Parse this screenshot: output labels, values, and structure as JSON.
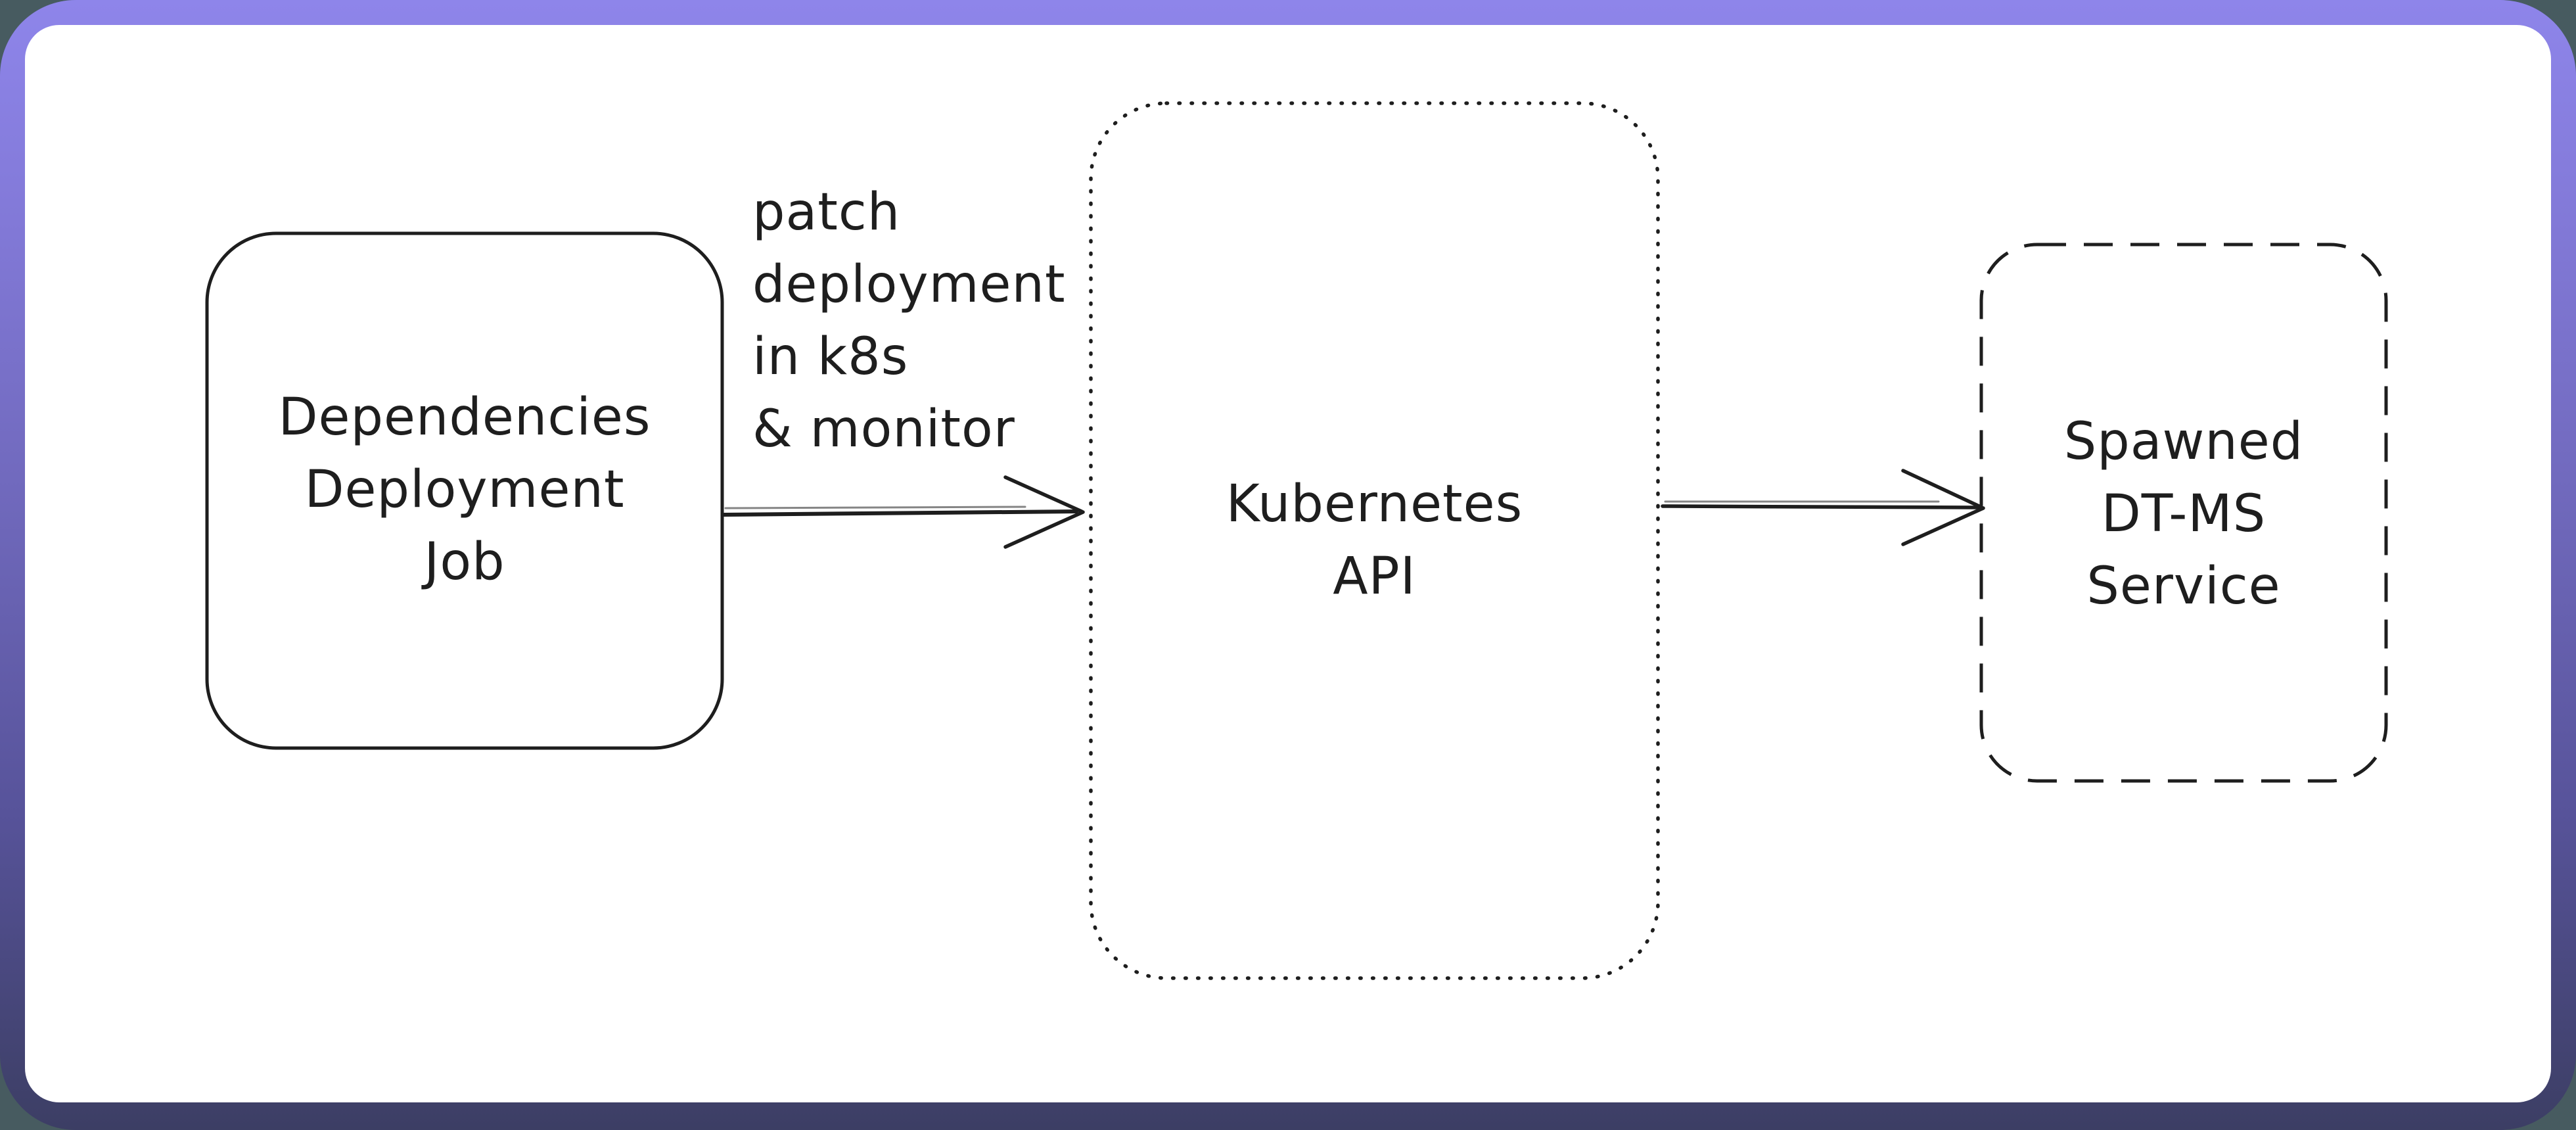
{
  "diagram": {
    "style": "hand-drawn whiteboard sketch",
    "colors": {
      "stroke": "#1e1e1e",
      "frame_gradient_top": "#8e85ea",
      "frame_gradient_bottom": "#3c3e64",
      "outer_background": "#475b60",
      "canvas_background": "#ffffff"
    },
    "nodes": [
      {
        "id": "dependencies-deployment-job",
        "border_style": "solid",
        "lines": [
          "Dependencies",
          "Deployment",
          "Job"
        ]
      },
      {
        "id": "kubernetes-api",
        "border_style": "dotted",
        "lines": [
          "Kubernetes",
          "API"
        ]
      },
      {
        "id": "spawned-dt-ms-service",
        "border_style": "dashed",
        "lines": [
          "Spawned",
          "DT-MS",
          "Service"
        ]
      }
    ],
    "edges": [
      {
        "from": "dependencies-deployment-job",
        "to": "kubernetes-api",
        "label_lines": [
          "patch",
          "deployment",
          "in k8s",
          "& monitor"
        ]
      },
      {
        "from": "kubernetes-api",
        "to": "spawned-dt-ms-service",
        "label_lines": []
      }
    ]
  }
}
